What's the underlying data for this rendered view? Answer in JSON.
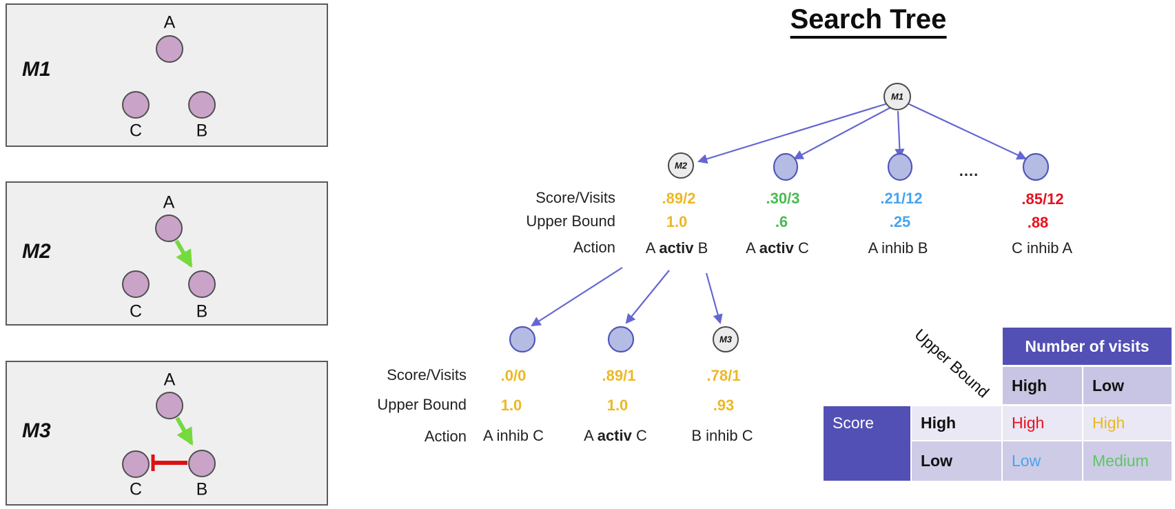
{
  "title": "Search Tree",
  "colors": {
    "accent_purple": "#5250b4",
    "edge_blue": "#6467d1",
    "node_blue_fill": "#b4bce4",
    "node_blue_border": "#5157b8",
    "node_gray_fill": "#ececec",
    "activation_green": "#76d93e",
    "inhibition_red": "#dd1111",
    "value_yellow": "#ecb823",
    "value_green": "#47bb50",
    "value_blue": "#47a4f0",
    "value_red": "#e8101c"
  },
  "panels": [
    {
      "label": "M1",
      "top": "A",
      "bottom_left": "C",
      "bottom_right": "B"
    },
    {
      "label": "M2",
      "top": "A",
      "bottom_left": "C",
      "bottom_right": "B"
    },
    {
      "label": "M3",
      "top": "A",
      "bottom_left": "C",
      "bottom_right": "B"
    }
  ],
  "tree": {
    "root_label": "M1",
    "ellipsis": "....",
    "level1": {
      "score_label": "Score/Visits",
      "upper_label": "Upper Bound",
      "action_label": "Action",
      "columns": [
        {
          "node_label": "M2",
          "score": ".89/2",
          "upper": "1.0",
          "action_pre": "A ",
          "action_bold": "activ",
          "action_post": " B",
          "color": "#ecb823"
        },
        {
          "node_label": "",
          "score": ".30/3",
          "upper": ".6",
          "action_pre": "A ",
          "action_bold": "activ",
          "action_post": " C",
          "color": "#47bb50"
        },
        {
          "node_label": "",
          "score": ".21/12",
          "upper": ".25",
          "action_pre": "A inhib B",
          "action_bold": "",
          "action_post": "",
          "color": "#47a4f0"
        },
        {
          "node_label": "",
          "score": ".85/12",
          "upper": ".88",
          "action_pre": "C inhib A",
          "action_bold": "",
          "action_post": "",
          "color": "#e8101c"
        }
      ]
    },
    "level2": {
      "score_label": "Score/Visits",
      "upper_label": "Upper Bound",
      "action_label": "Action",
      "columns": [
        {
          "node_label": "",
          "score": ".0/0",
          "upper": "1.0",
          "action_pre": "A inhib C",
          "action_bold": "",
          "action_post": "",
          "color": "#ecb823"
        },
        {
          "node_label": "",
          "score": ".89/1",
          "upper": "1.0",
          "action_pre": "A ",
          "action_bold": "activ",
          "action_post": " C",
          "color": "#ecb823"
        },
        {
          "node_label": "M3",
          "score": ".78/1",
          "upper": ".93",
          "action_pre": "B inhib C",
          "action_bold": "",
          "action_post": "",
          "color": "#ecb823"
        }
      ]
    }
  },
  "table": {
    "diagonal_label": "Upper Bound",
    "column_group": "Number of visits",
    "column_headers": [
      "High",
      "Low"
    ],
    "row_group": "Score",
    "rows": [
      {
        "label": "High",
        "cells": [
          {
            "text": "High",
            "color": "#e8101c"
          },
          {
            "text": "High",
            "color": "#ecb823"
          }
        ]
      },
      {
        "label": "Low",
        "cells": [
          {
            "text": "Low",
            "color": "#47a4f0"
          },
          {
            "text": "Medium",
            "color": "#5dc763"
          }
        ]
      }
    ]
  }
}
